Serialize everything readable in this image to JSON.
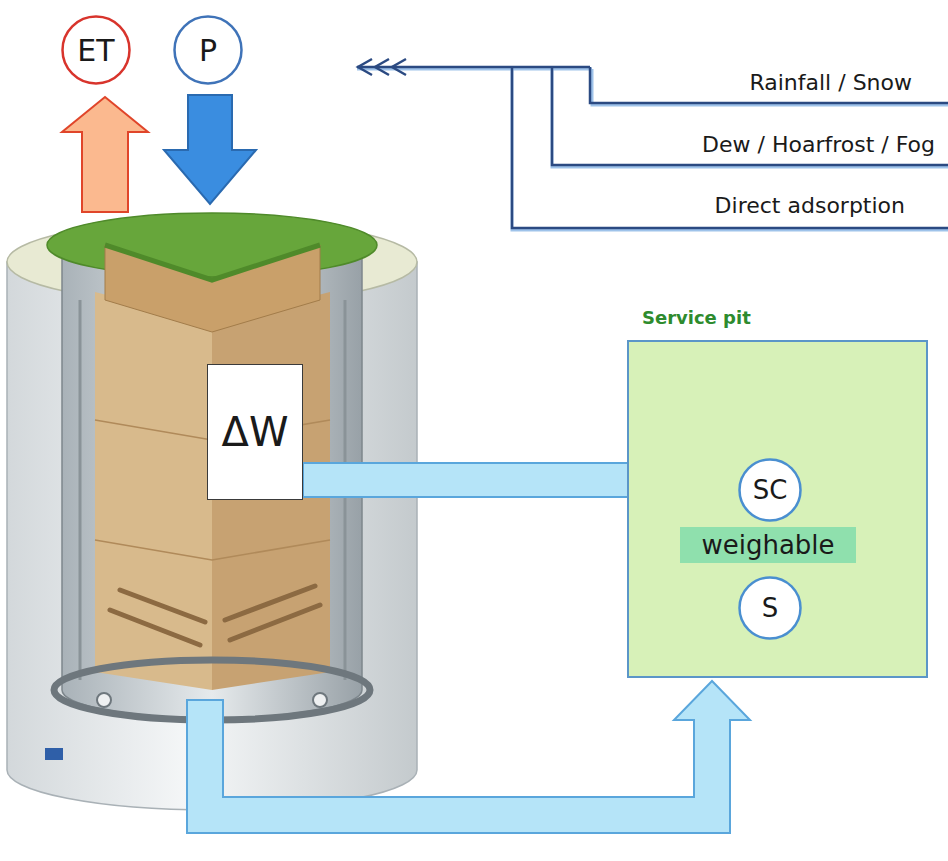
{
  "diagram": {
    "nodes": [
      {
        "text": [
          "ET"
        ]
      },
      {
        "text": [
          "P"
        ]
      },
      {
        "text": [
          "ΔW"
        ]
      },
      {
        "text": [
          "Service pit"
        ]
      },
      {
        "text": [
          "SC"
        ],
        "in": 3
      },
      {
        "text": [
          "S"
        ],
        "in": 3
      }
    ],
    "edges": [
      {
        "from": 2,
        "to": 4,
        "arrow": "to"
      }
    ],
    "labels": [
      "Rainfall / Snow",
      "Dew / Hoarfrost / Fog",
      "Direct adsorption",
      "weighable"
    ]
  }
}
